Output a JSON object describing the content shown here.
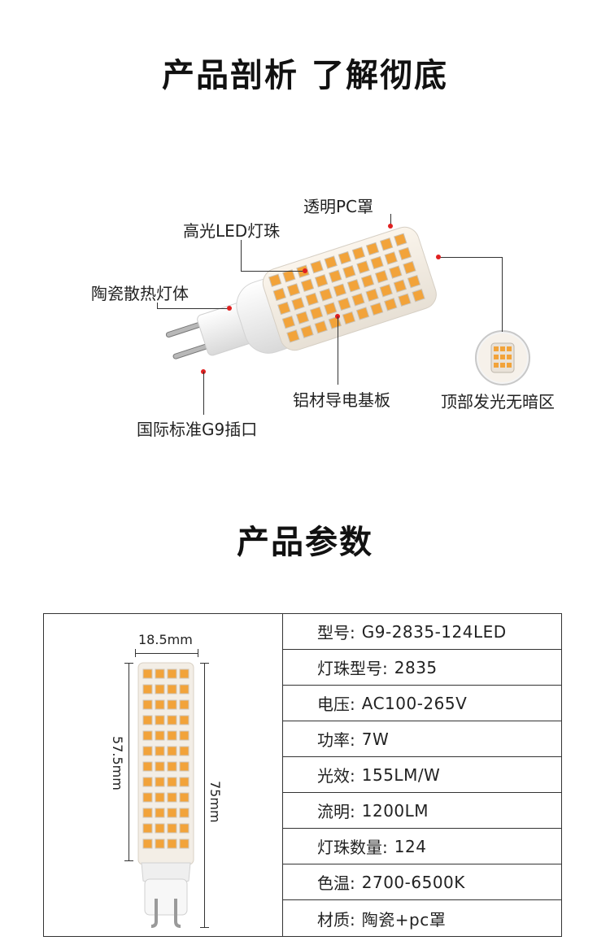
{
  "section1": {
    "title": "产品剖析 了解彻底",
    "callouts": {
      "pc_cover": "透明PC罩",
      "led_beads": "高光LED灯珠",
      "ceramic_body": "陶瓷散热灯体",
      "aluminum_board": "铝材导电基板",
      "top_glow": "顶部发光无暗区",
      "g9_socket": "国际标准G9插口"
    }
  },
  "section2": {
    "title": "产品参数",
    "dimensions": {
      "width": "18.5mm",
      "led_height": "57.5mm",
      "total_height": "75mm"
    },
    "specs": [
      {
        "label": "型号:",
        "value": "G9-2835-124LED"
      },
      {
        "label": "灯珠型号:",
        "value": "2835"
      },
      {
        "label": "电压:",
        "value": "AC100-265V"
      },
      {
        "label": "功率:",
        "value": "7W"
      },
      {
        "label": "光效:",
        "value": "155LM/W"
      },
      {
        "label": "流明:",
        "value": "1200LM"
      },
      {
        "label": "灯珠数量:",
        "value": "124"
      },
      {
        "label": "色温:",
        "value": "2700-6500K"
      },
      {
        "label": "材质:",
        "value": "陶瓷+pc罩"
      }
    ]
  },
  "colors": {
    "led_amber": "#f2a33a",
    "callout_dot": "#e02020",
    "line": "#333333"
  }
}
